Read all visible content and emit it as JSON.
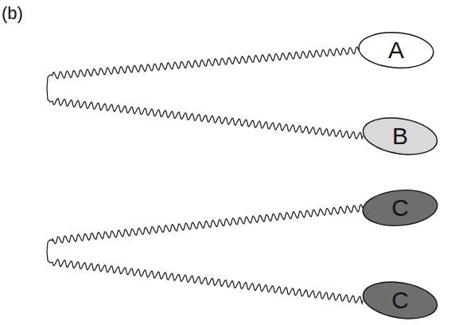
{
  "diagram": {
    "nodes": [
      {
        "text": [
          "A"
        ]
      },
      {
        "text": [
          "B"
        ]
      },
      {
        "text": [
          "C"
        ]
      },
      {
        "text": [
          "C"
        ]
      }
    ],
    "edges": [
      {
        "from": 0,
        "to": 1,
        "arrow": "none"
      },
      {
        "from": 2,
        "to": 3,
        "arrow": "none"
      }
    ],
    "labels": [
      "(b)"
    ]
  }
}
